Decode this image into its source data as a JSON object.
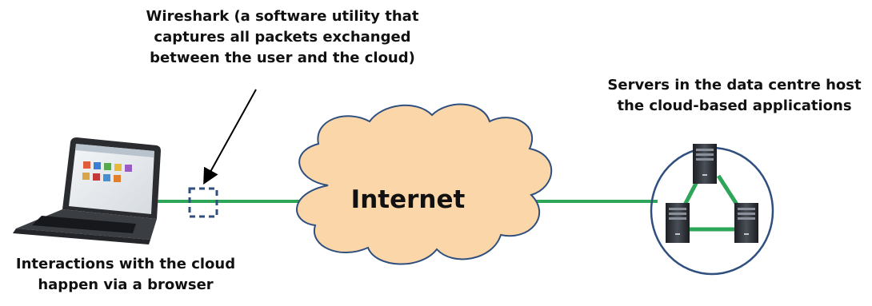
{
  "labels": {
    "wireshark": [
      "Wireshark (a software utility that",
      "captures all packets exchanged",
      "between the user and the cloud)"
    ],
    "servers": [
      "Servers in the data centre host",
      "the cloud-based applications"
    ],
    "laptop": [
      "Interactions with the cloud",
      "happen via a browser"
    ],
    "internet": "Internet"
  },
  "colors": {
    "link": "#2ea65a",
    "cloud_fill": "#fbd6a8",
    "cloud_stroke": "#2f4f7f",
    "capture_box": "#2f4f7f",
    "server_circle": "#2f4f7f"
  }
}
